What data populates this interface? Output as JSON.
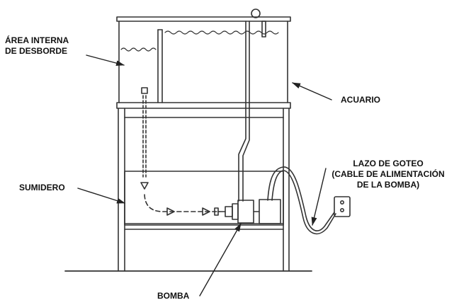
{
  "labels": {
    "overflow_area_line1": "ÁREA INTERNA",
    "overflow_area_line2": "DE DESBORDE",
    "aquarium": "ACUARIO",
    "sump": "SUMIDERO",
    "drip_loop_line1": "LAZO DE GOTEO",
    "drip_loop_line2": "(CABLE DE ALIMENTACIÓN",
    "drip_loop_line3": "DE LA BOMBA)",
    "pump": "BOMBA"
  },
  "colors": {
    "line": "#333333",
    "text": "#111111",
    "background": "#ffffff"
  }
}
